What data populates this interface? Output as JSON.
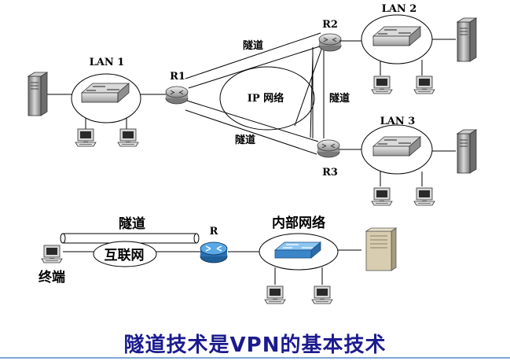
{
  "diagram": {
    "lan1_label": "LAN 1",
    "lan2_label": "LAN 2",
    "lan3_label": "LAN 3",
    "ip_network_label": "IP 网络",
    "router_labels": {
      "r1": "R1",
      "r2": "R2",
      "r3": "R3",
      "r": "R"
    },
    "tunnel_label_top": "隧道",
    "tunnel_label_right": "隧道",
    "tunnel_label_bottom": "隧道",
    "bottom": {
      "tunnel_label": "隧道",
      "internet_label": "互联网",
      "intranet_label": "内部网络",
      "terminal_label": "终端"
    }
  },
  "caption": "隧道技术是VPN的基本技术",
  "colors": {
    "caption": "#1b1b8f",
    "accent_rule": "#7fa9d6",
    "router_blue": "#3b86c9",
    "switch_blue": "#5aa8e6"
  }
}
